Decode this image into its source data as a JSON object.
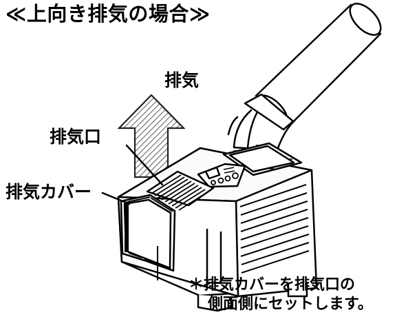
{
  "diagram": {
    "title": "≪上向き排気の場合≫",
    "labels": {
      "exhaust": "排気",
      "exhaust_port": "排気口",
      "exhaust_cover": "排気カバー"
    },
    "note": {
      "line1": "＊排気カバーを排気口の",
      "line2": "側面側にセットします。"
    }
  }
}
